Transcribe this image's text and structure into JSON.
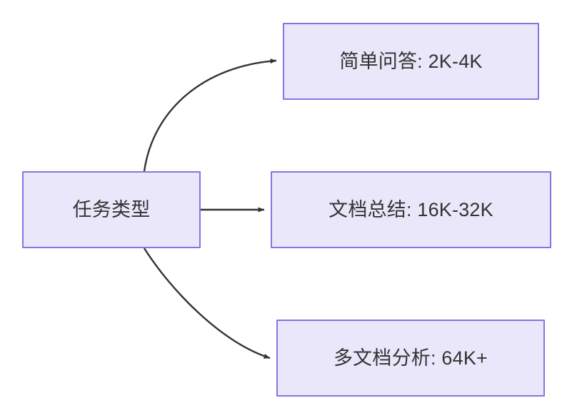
{
  "diagram": {
    "type": "flowchart",
    "direction": "left-to-right",
    "background_color": "#ffffff",
    "node_fill_color": "#eae7fa",
    "node_border_color": "#8b72e0",
    "node_text_color": "#333333",
    "edge_color": "#333333",
    "nodes": [
      {
        "id": "task-type",
        "label": "任务类型"
      },
      {
        "id": "simple-qa",
        "label": "简单问答: 2K-4K"
      },
      {
        "id": "doc-summary",
        "label": "文档总结: 16K-32K"
      },
      {
        "id": "multi-doc",
        "label": "多文档分析: 64K+"
      }
    ],
    "edges": [
      {
        "id": "edge-task-to-simple-qa",
        "from": "task-type",
        "to": "simple-qa",
        "style": "curved",
        "arrow": "arrowhead-icon"
      },
      {
        "id": "edge-task-to-doc-summary",
        "from": "task-type",
        "to": "doc-summary",
        "style": "straight",
        "arrow": "arrowhead-icon"
      },
      {
        "id": "edge-task-to-multi-doc",
        "from": "task-type",
        "to": "multi-doc",
        "style": "curved",
        "arrow": "arrowhead-icon"
      }
    ]
  }
}
